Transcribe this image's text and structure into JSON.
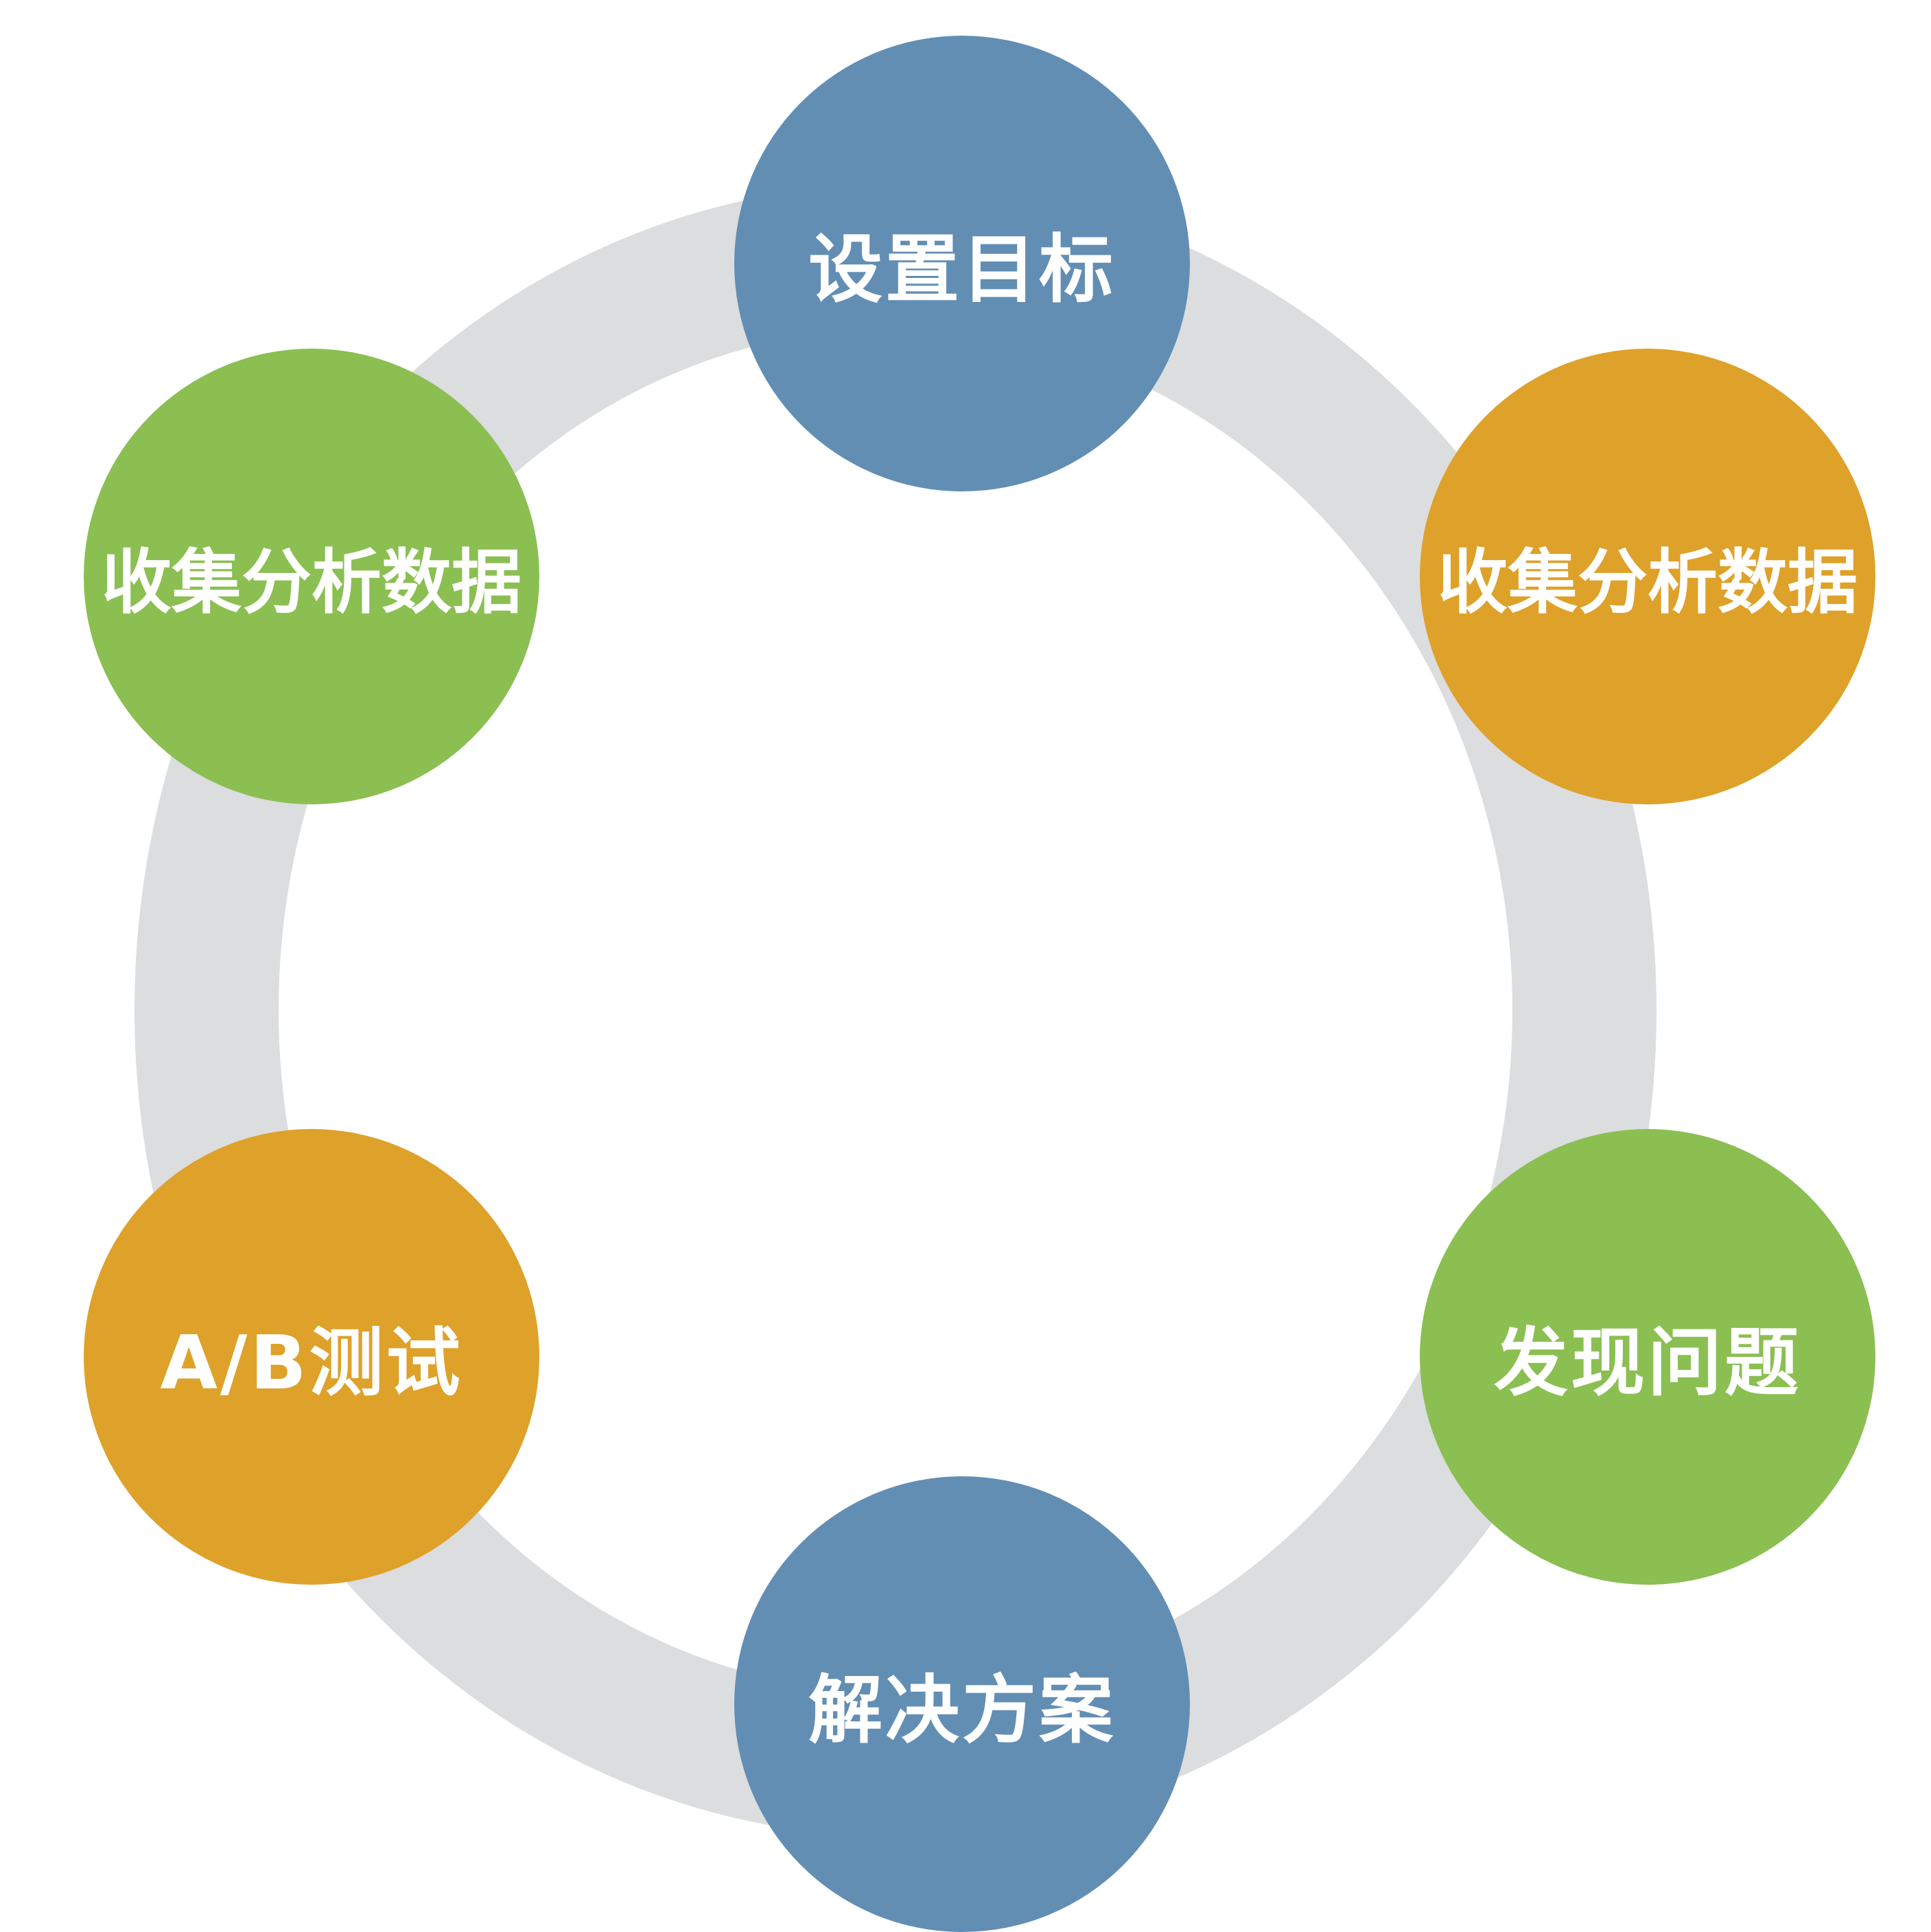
{
  "cycle": {
    "nodes": [
      {
        "id": "top",
        "label": "设置目标",
        "color": "#628eb4"
      },
      {
        "id": "upper-right",
        "label": "收集分析数据",
        "color": "#dea12a"
      },
      {
        "id": "lower-right",
        "label": "发现问题",
        "color": "#8bbf52"
      },
      {
        "id": "bottom",
        "label": "解决方案",
        "color": "#628eb4"
      },
      {
        "id": "lower-left",
        "label": "A/B测试",
        "color": "#dea12a"
      },
      {
        "id": "upper-left",
        "label": "收集分析数据",
        "color": "#8bbf52"
      }
    ],
    "ring_color": "#dcdddf"
  }
}
